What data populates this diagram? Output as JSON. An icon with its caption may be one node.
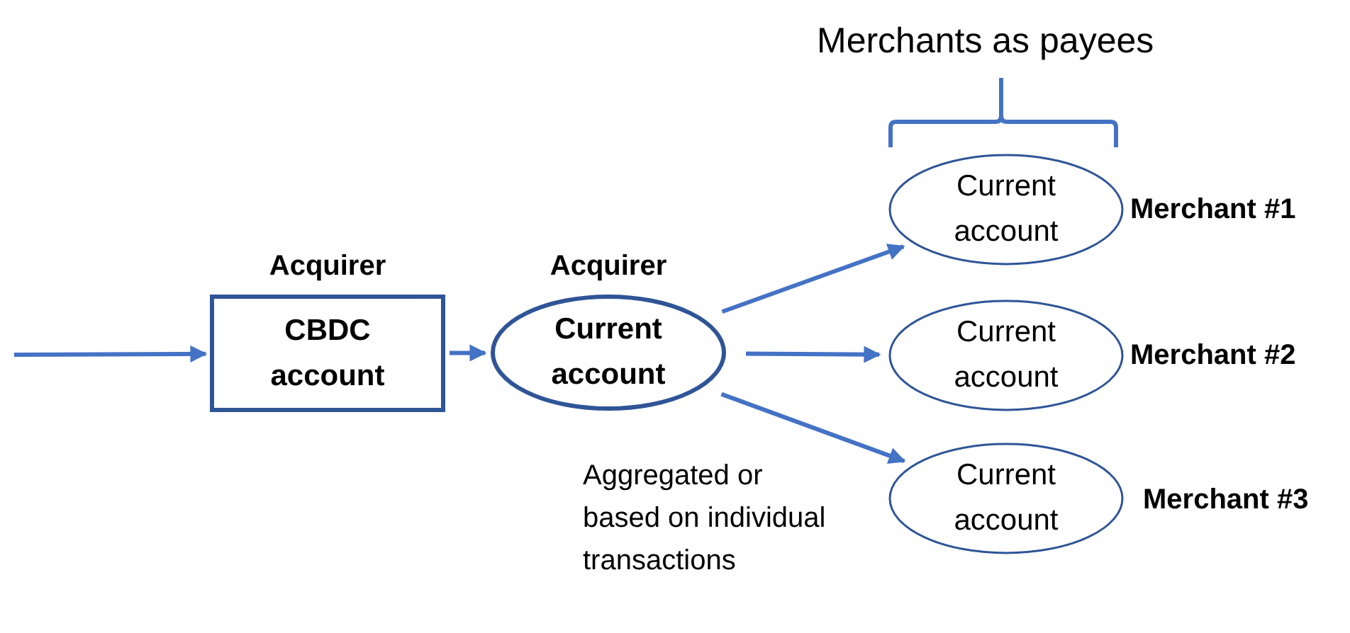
{
  "diagram": {
    "nodes": [
      {
        "text": [
          "Acquirer",
          "CBDC account"
        ]
      },
      {
        "text": [
          "Acquirer",
          "Current account"
        ]
      },
      {
        "text": [
          "Current account"
        ],
        "beside": [
          "Merchant #1"
        ]
      },
      {
        "text": [
          "Current account"
        ],
        "beside": [
          "Merchant #2"
        ]
      },
      {
        "text": [
          "Current account"
        ],
        "beside": [
          "Merchant #3"
        ]
      }
    ],
    "edges": [
      {
        "from": null,
        "to": 0,
        "arrow": "to"
      },
      {
        "from": 0,
        "to": 1,
        "arrow": "to"
      },
      {
        "from": 1,
        "to": 2,
        "arrow": "to"
      },
      {
        "from": 1,
        "to": 3,
        "arrow": "to"
      },
      {
        "from": 1,
        "to": 4,
        "arrow": "to"
      }
    ],
    "labels": [
      "Merchants as payees",
      "Aggregated or based on individual transactions"
    ]
  }
}
